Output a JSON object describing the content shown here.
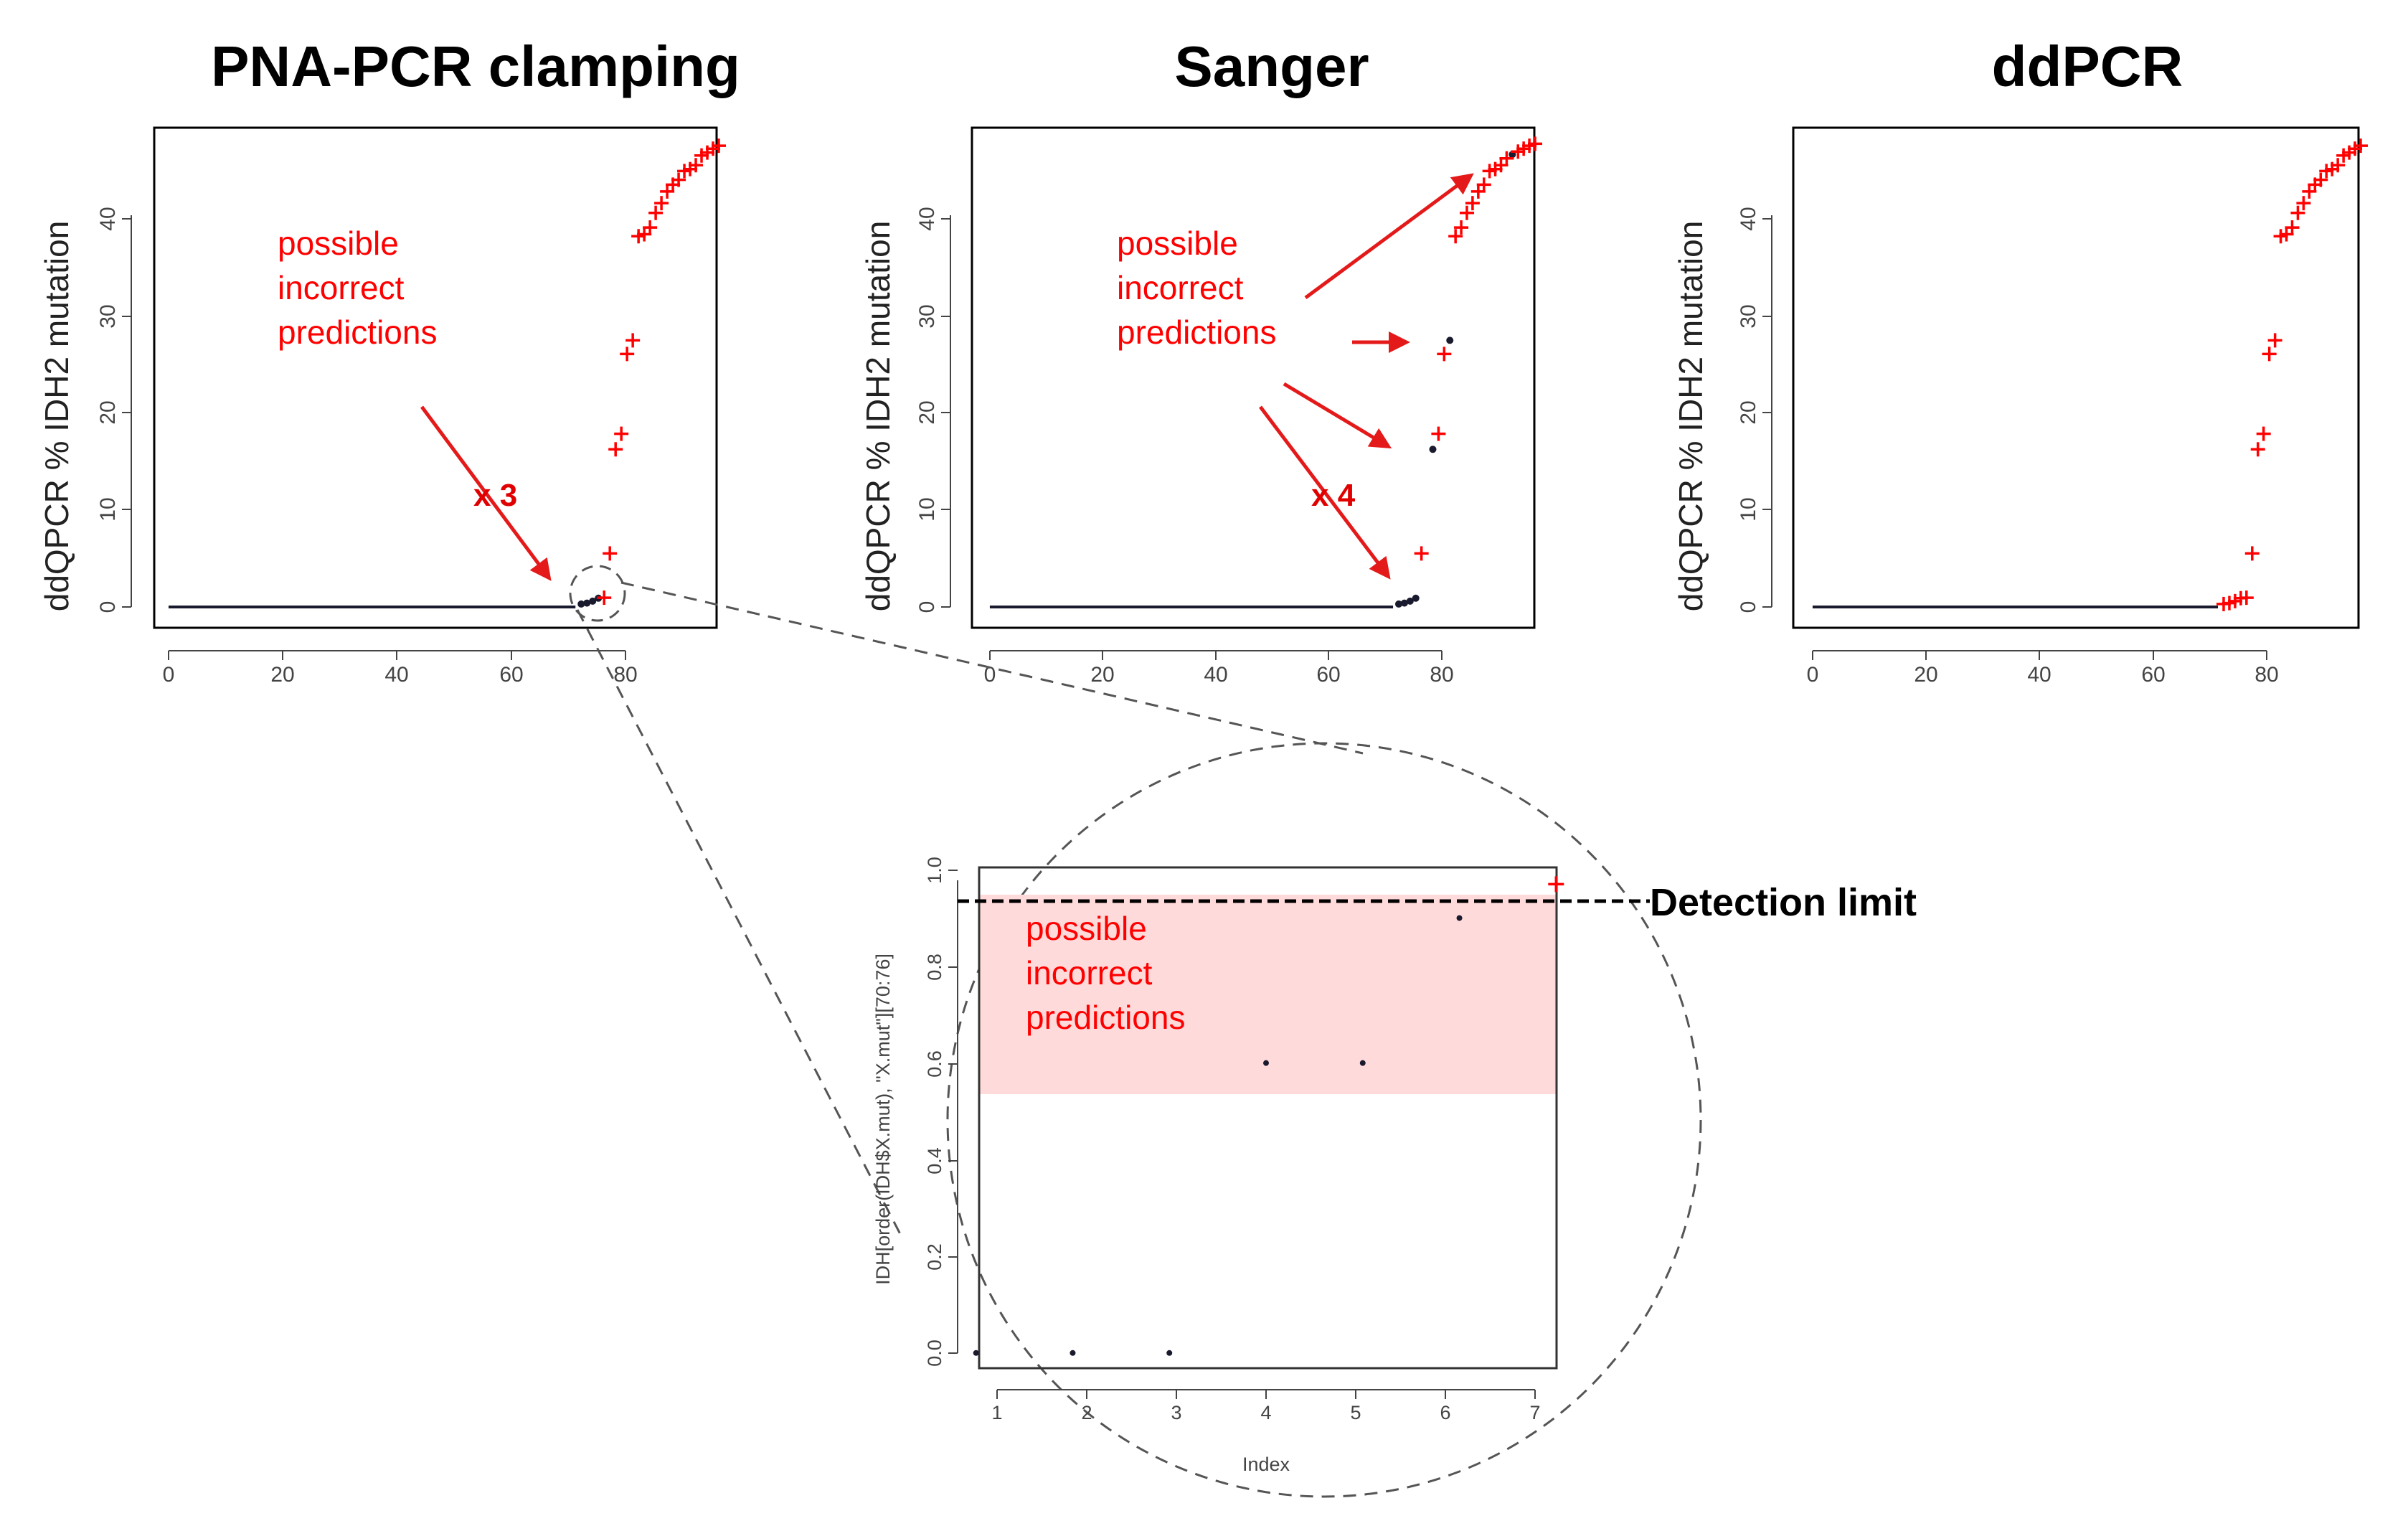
{
  "colors": {
    "positive": "#ff0000",
    "negative": "#1a1a2e",
    "arrow": "#e41a1a",
    "zone": "#ffdada",
    "axis": "#444444"
  },
  "chart_data": [
    {
      "type": "scatter",
      "title": "PNA-PCR clamping",
      "ylabel": "ddQPCR % IDH2 mutation",
      "xlabel": "",
      "xlim": [
        0,
        97
      ],
      "ylim": [
        0,
        48
      ],
      "xticks": [
        "0",
        "20",
        "40",
        "60",
        "80"
      ],
      "yticks": [
        "0",
        "10",
        "20",
        "30",
        "40"
      ],
      "legend": "none",
      "baseline": {
        "from": 1,
        "to": 72,
        "value": 0
      },
      "series": [
        {
          "kind": "negative",
          "points": [
            [
              73,
              0.3
            ],
            [
              74,
              0.4
            ],
            [
              75,
              0.6
            ],
            [
              76,
              0.9
            ]
          ]
        },
        {
          "kind": "positive",
          "points": [
            [
              77,
              0.95
            ],
            [
              78,
              5.5
            ],
            [
              79,
              16.2
            ],
            [
              80,
              17.8
            ],
            [
              81,
              26.0
            ],
            [
              82,
              27.4
            ],
            [
              83,
              38.1
            ],
            [
              84,
              38.3
            ],
            [
              85,
              39.0
            ],
            [
              86,
              40.5
            ],
            [
              87,
              41.5
            ],
            [
              88,
              42.7
            ],
            [
              89,
              43.4
            ],
            [
              90,
              43.9
            ],
            [
              91,
              44.8
            ],
            [
              92,
              45.0
            ],
            [
              93,
              45.4
            ],
            [
              94,
              46.4
            ],
            [
              95,
              46.7
            ],
            [
              96,
              47.1
            ],
            [
              97,
              47.4
            ]
          ]
        }
      ],
      "annotation": {
        "lines": [
          "possible",
          "incorrect",
          "predictions"
        ],
        "multiplier": "x 3"
      }
    },
    {
      "type": "scatter",
      "title": "Sanger",
      "ylabel": "ddQPCR % IDH2 mutation",
      "xlabel": "",
      "xlim": [
        0,
        97
      ],
      "ylim": [
        0,
        48
      ],
      "xticks": [
        "0",
        "20",
        "40",
        "60",
        "80"
      ],
      "yticks": [
        "0",
        "10",
        "20",
        "30",
        "40"
      ],
      "legend": "none",
      "baseline": {
        "from": 1,
        "to": 72,
        "value": 0
      },
      "series": [
        {
          "kind": "negative",
          "points": [
            [
              73,
              0.3
            ],
            [
              74,
              0.4
            ],
            [
              75,
              0.6
            ],
            [
              76,
              0.9
            ],
            [
              79,
              16.2
            ],
            [
              82,
              27.4
            ],
            [
              93,
              46.5
            ]
          ]
        },
        {
          "kind": "positive",
          "points": [
            [
              77,
              5.5
            ],
            [
              80,
              17.8
            ],
            [
              81,
              26.0
            ],
            [
              83,
              38.1
            ],
            [
              84,
              39.0
            ],
            [
              85,
              40.5
            ],
            [
              86,
              41.5
            ],
            [
              87,
              42.7
            ],
            [
              88,
              43.4
            ],
            [
              89,
              44.8
            ],
            [
              90,
              45.0
            ],
            [
              91,
              45.4
            ],
            [
              92,
              46.1
            ],
            [
              94,
              46.8
            ],
            [
              95,
              47.1
            ],
            [
              96,
              47.4
            ],
            [
              97,
              47.6
            ]
          ]
        }
      ],
      "annotation": {
        "lines": [
          "possible",
          "incorrect",
          "predictions"
        ],
        "multiplier": "x 4"
      }
    },
    {
      "type": "scatter",
      "title": "ddPCR",
      "ylabel": "ddQPCR % IDH2 mutation",
      "xlabel": "",
      "xlim": [
        0,
        97
      ],
      "ylim": [
        0,
        48
      ],
      "xticks": [
        "0",
        "20",
        "40",
        "60",
        "80"
      ],
      "yticks": [
        "0",
        "10",
        "20",
        "30",
        "40"
      ],
      "legend": "none",
      "baseline": {
        "from": 1,
        "to": 72,
        "value": 0
      },
      "series": [
        {
          "kind": "positive",
          "points": [
            [
              73,
              0.3
            ],
            [
              74,
              0.4
            ],
            [
              75,
              0.6
            ],
            [
              76,
              0.9
            ],
            [
              77,
              0.95
            ],
            [
              78,
              5.5
            ],
            [
              79,
              16.2
            ],
            [
              80,
              17.8
            ],
            [
              81,
              26.0
            ],
            [
              82,
              27.4
            ],
            [
              83,
              38.1
            ],
            [
              84,
              38.3
            ],
            [
              85,
              39.0
            ],
            [
              86,
              40.5
            ],
            [
              87,
              41.5
            ],
            [
              88,
              42.7
            ],
            [
              89,
              43.4
            ],
            [
              90,
              43.9
            ],
            [
              91,
              44.8
            ],
            [
              92,
              45.0
            ],
            [
              93,
              45.4
            ],
            [
              94,
              46.4
            ],
            [
              95,
              46.7
            ],
            [
              96,
              47.1
            ],
            [
              97,
              47.4
            ]
          ]
        }
      ]
    },
    {
      "type": "scatter",
      "title": "",
      "xlabel": "Index",
      "ylabel": "IDH[order(IDH$X.mut), \"X.mut\"][70:76]",
      "xlim": [
        0.75,
        7.25
      ],
      "ylim": [
        -0.03,
        1.03
      ],
      "xticks": [
        "1",
        "2",
        "3",
        "4",
        "5",
        "6",
        "7"
      ],
      "yticks": [
        "0.0",
        "0.2",
        "0.4",
        "0.6",
        "0.8",
        "1.0"
      ],
      "legend": "none",
      "detection_limit": {
        "value": 0.935,
        "label": "Detection limit"
      },
      "incorrect_zone": {
        "from": 0.53,
        "to": 0.935
      },
      "series": [
        {
          "kind": "negative",
          "points": [
            [
              1,
              0.0
            ],
            [
              2,
              0.0
            ],
            [
              3,
              0.0
            ],
            [
              4,
              0.6
            ],
            [
              5,
              0.6
            ],
            [
              6,
              0.9
            ]
          ]
        },
        {
          "kind": "positive",
          "points": [
            [
              7,
              0.97
            ]
          ]
        }
      ],
      "annotation": {
        "lines": [
          "possible",
          "incorrect",
          "predictions"
        ]
      }
    }
  ]
}
